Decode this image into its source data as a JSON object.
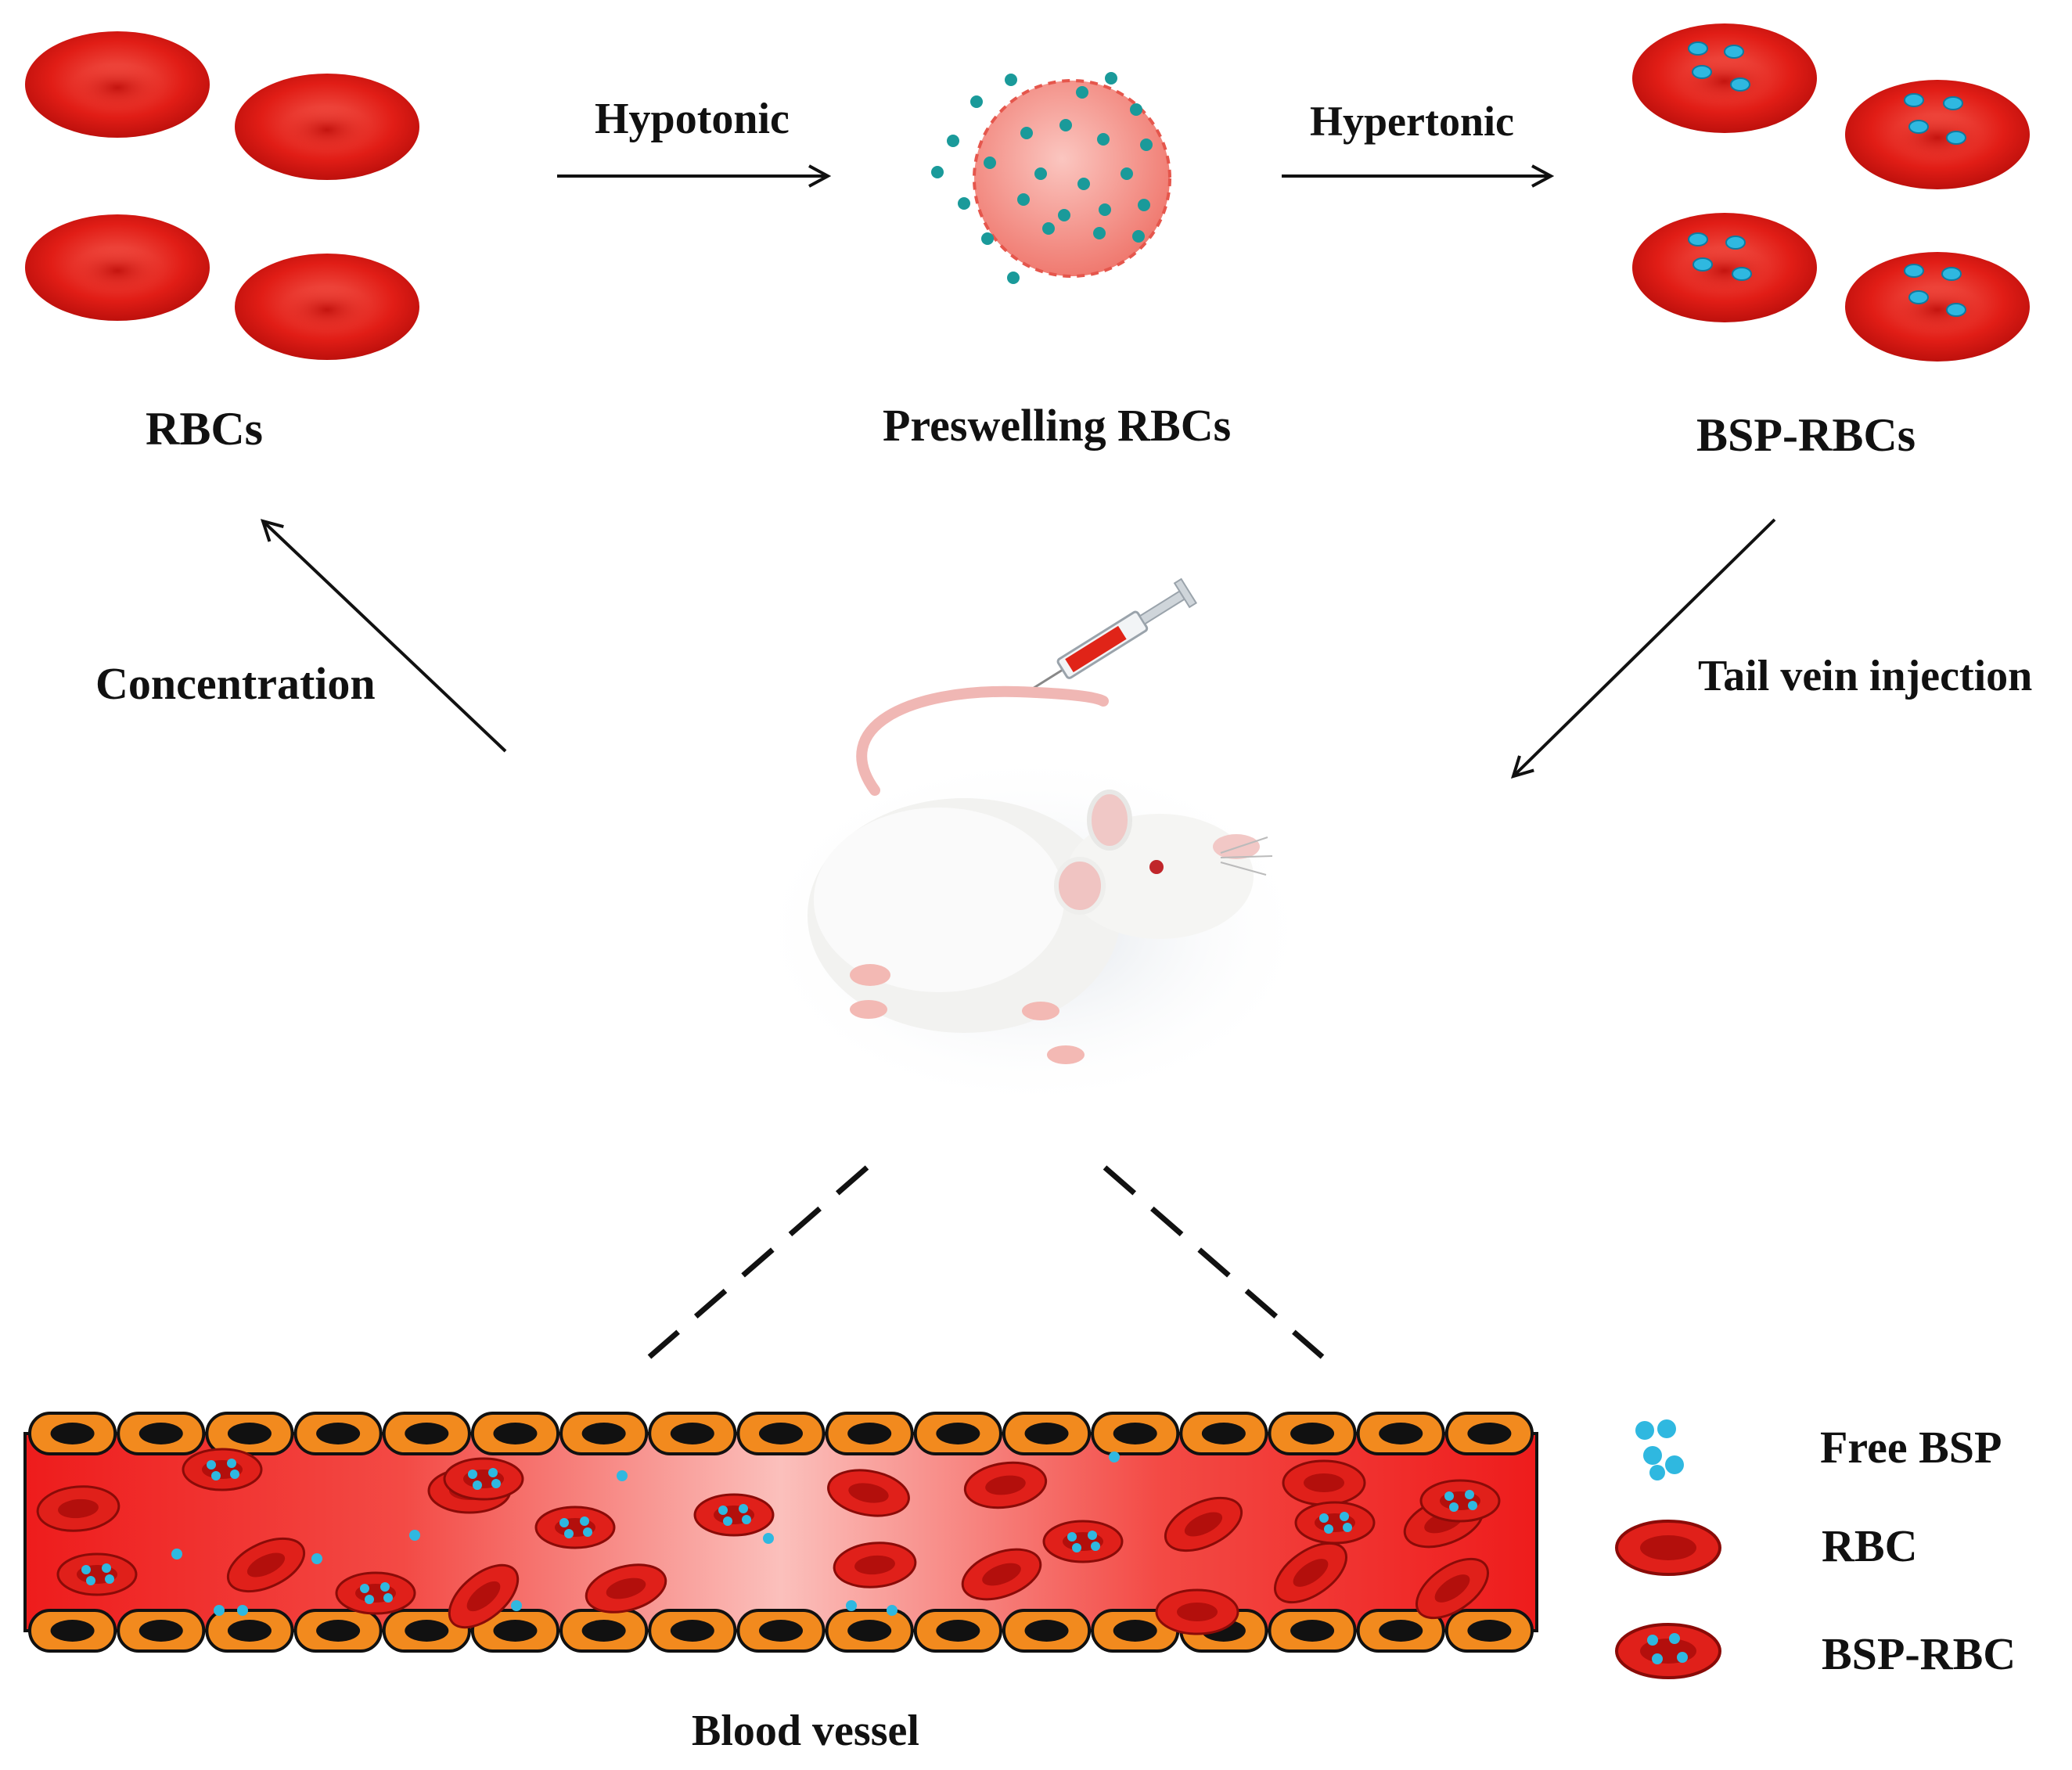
{
  "labels": {
    "rbcs": "RBCs",
    "preswelling": "Preswelling RBCs",
    "bsp_rbcs": "BSP-RBCs",
    "hypotonic": "Hypotonic",
    "hypertonic": "Hypertonic",
    "concentration": "Concentration",
    "tail_vein_injection": "Tail vein injection",
    "blood_vessel": "Blood vessel"
  },
  "legend": {
    "free_bsp": "Free BSP",
    "rbc": "RBC",
    "bsp_rbc": "BSP-RBC"
  },
  "colors": {
    "rbc_red": "#e0201a",
    "rbc_dark": "#b30f0c",
    "bsp_dot": "#2fb8e0",
    "preswell_dot": "#1a9a9a",
    "vessel_wall": "#f28a1e",
    "vessel_inner": "#f5a0a0"
  },
  "icons": [
    "syringe-icon",
    "mouse-icon"
  ]
}
